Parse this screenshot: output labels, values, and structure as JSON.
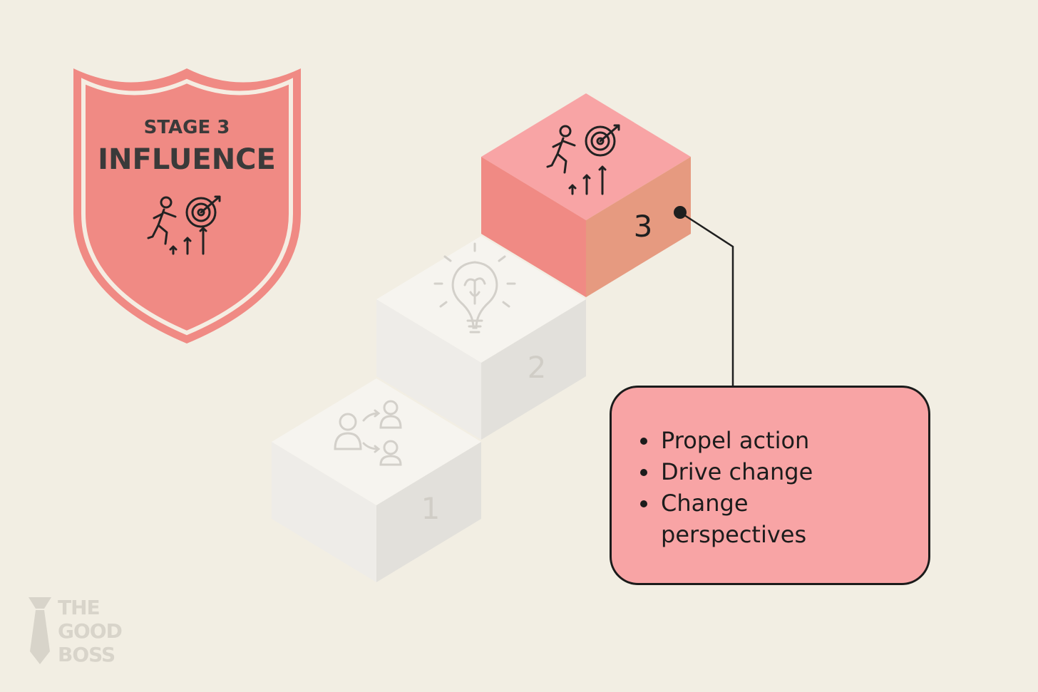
{
  "badge": {
    "stage_label": "STAGE 3",
    "title": "INFLUENCE",
    "icon": "runner-target-icon"
  },
  "steps": [
    {
      "number": "1",
      "icon": "people-transfer-icon"
    },
    {
      "number": "2",
      "icon": "lightbulb-brain-icon"
    },
    {
      "number": "3",
      "icon": "runner-target-icon"
    }
  ],
  "callout": {
    "items": [
      "Propel action",
      "Drive change",
      "Change perspectives"
    ]
  },
  "logo": {
    "lines": [
      "THE",
      "GOOD",
      "BOSS"
    ]
  },
  "colors": {
    "background": "#f2eee3",
    "badge_fill": "#f08a84",
    "badge_border": "#f5ede2",
    "active_top": "#f8a4a5",
    "active_left": "#f08a84",
    "active_right": "#e69a80",
    "callout_fill": "#f8a4a5",
    "inactive_top": "#f6f4ef",
    "inactive_left": "#eeece8",
    "inactive_right": "#e2e0db",
    "ink": "#2b2b2b"
  }
}
